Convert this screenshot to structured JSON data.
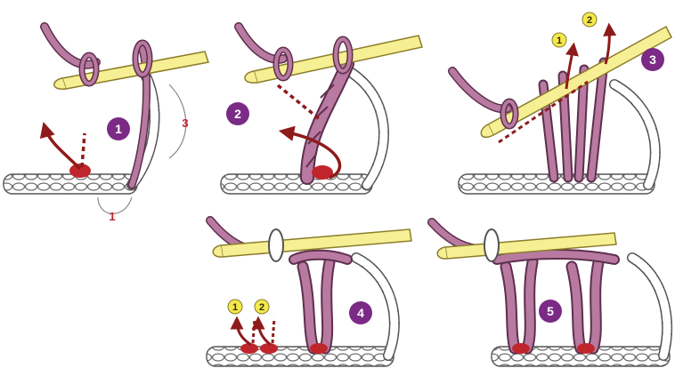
{
  "colors": {
    "yarn": "#b87aa1",
    "yarn_dark": "#5e2f4d",
    "hook": "#f7ef93",
    "hook_outline": "#8a7d2a",
    "arrow": "#8e1b1b",
    "step_badge": "#7b2a86",
    "order_badge": "#f3e94c",
    "chain": "#ffffff",
    "marker": "#c0252b"
  },
  "panels": [
    {
      "step": "1",
      "counts": [
        "1",
        "3"
      ],
      "icons": [
        "hook-icon",
        "curved-arrow-icon"
      ]
    },
    {
      "step": "2",
      "icons": [
        "hook-icon",
        "curved-arrow-icon"
      ]
    },
    {
      "step": "3",
      "order": [
        "1",
        "2"
      ],
      "icons": [
        "hook-icon",
        "arrow-icon"
      ]
    },
    {
      "step": "4",
      "order": [
        "1",
        "2"
      ],
      "icons": [
        "hook-icon",
        "arrow-icon"
      ]
    },
    {
      "step": "5",
      "icons": [
        "hook-icon"
      ]
    }
  ]
}
